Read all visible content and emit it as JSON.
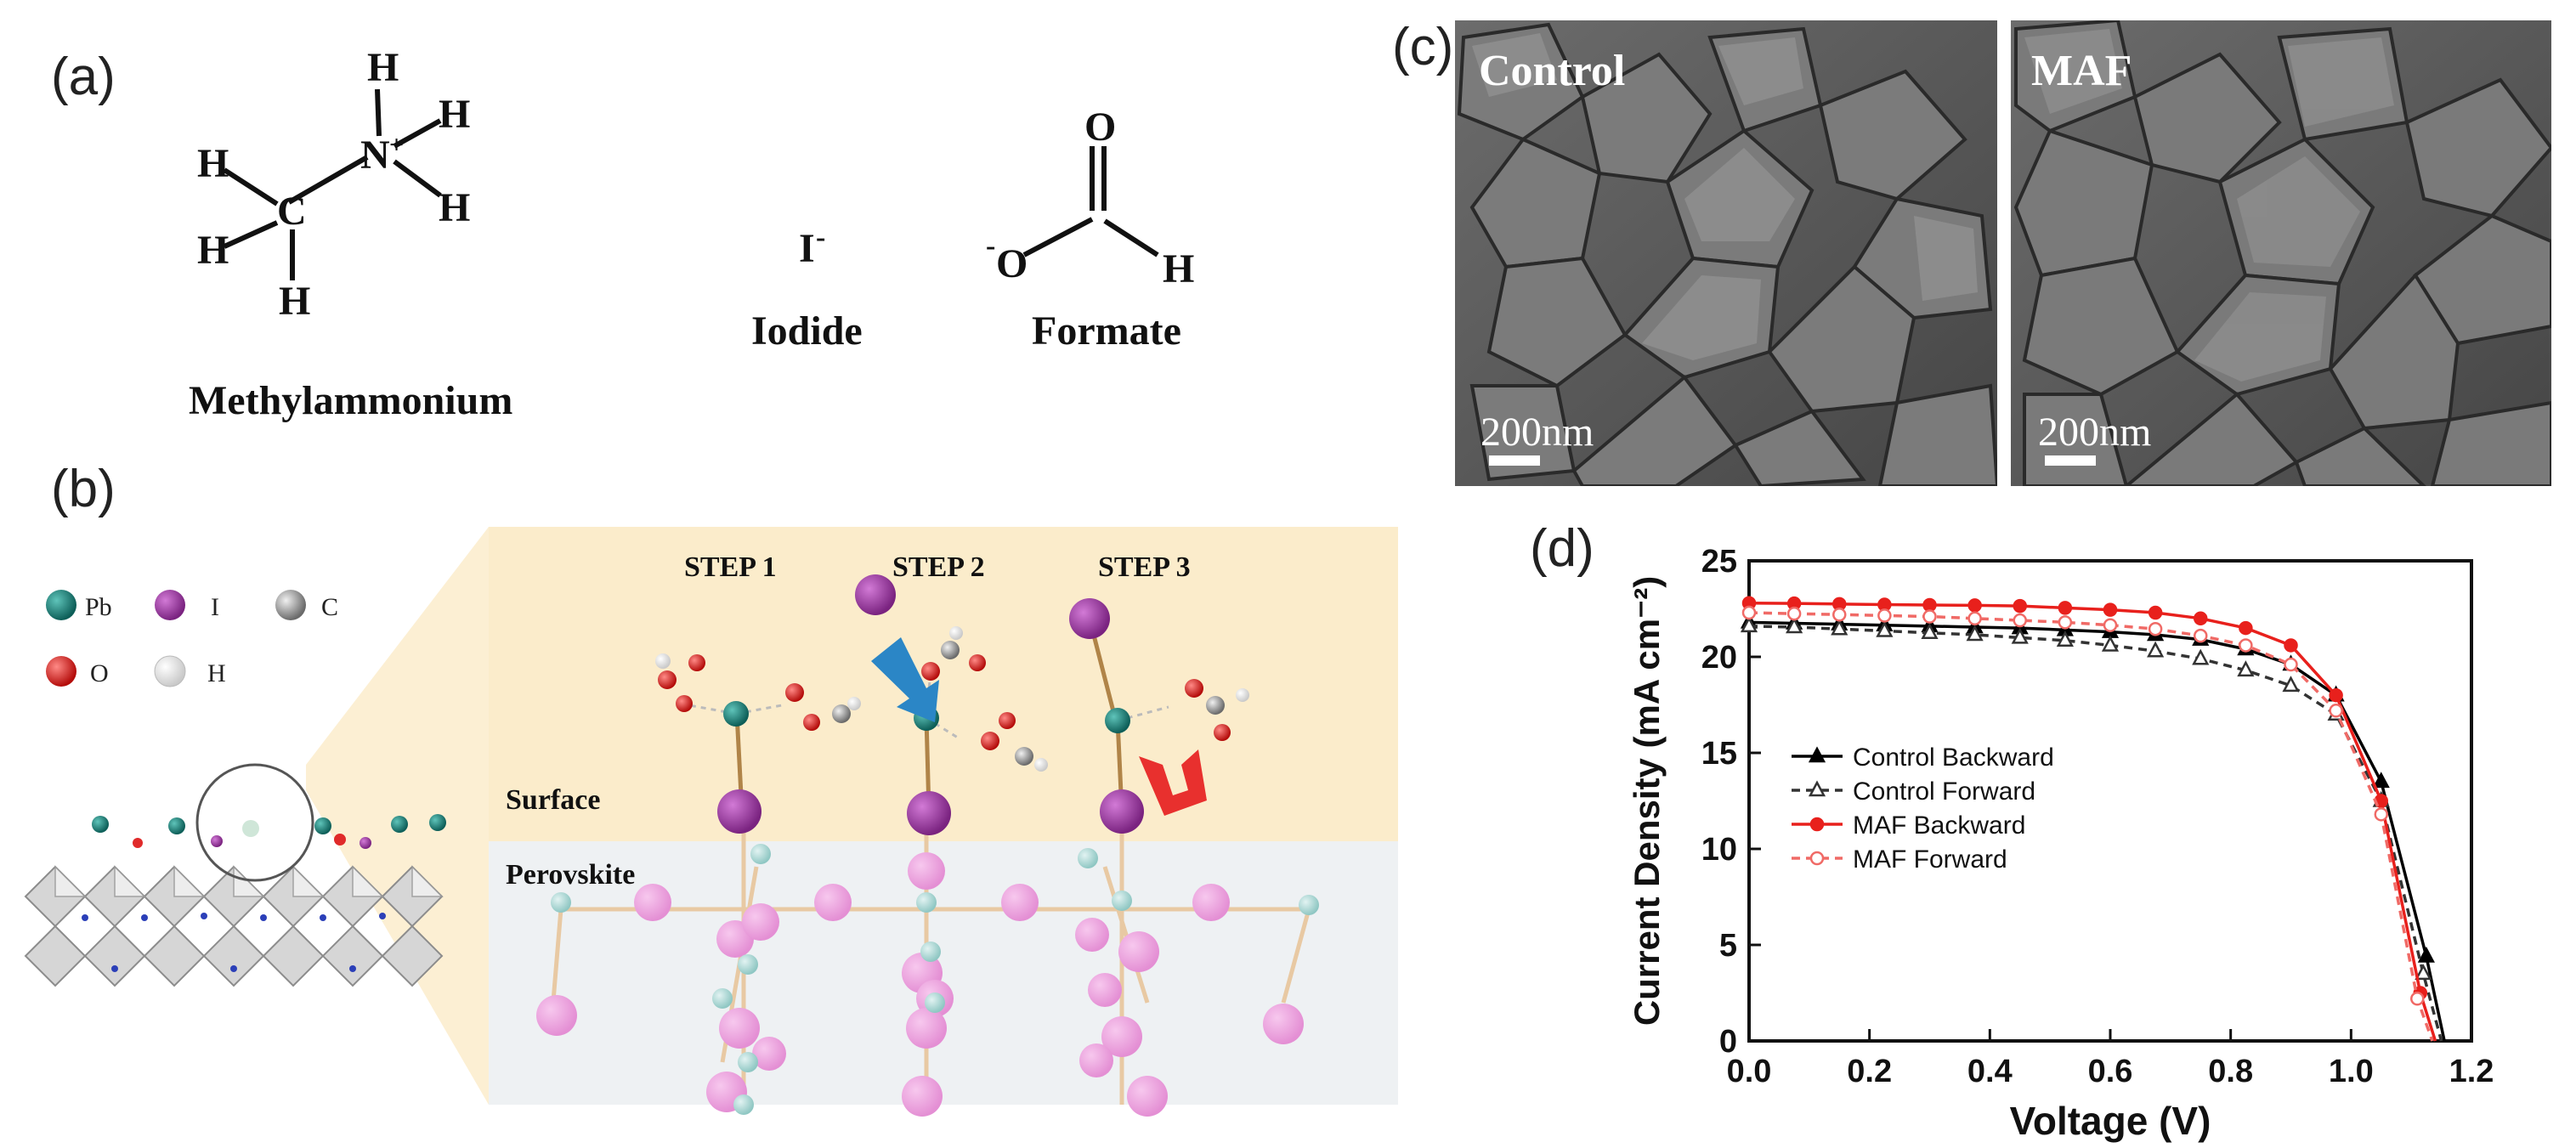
{
  "panels": {
    "a": {
      "label": "(a)",
      "methylammonium": {
        "atoms": {
          "C": "C",
          "N": "N",
          "N_charge": "+",
          "H": "H"
        },
        "name": "Methylammonium"
      },
      "iodide": {
        "symbol": "I",
        "charge": "-",
        "name": "Iodide"
      },
      "formate": {
        "O_top": "O",
        "O_left": "O",
        "O_charge": "-",
        "C": "C",
        "H": "H",
        "name": "Formate"
      }
    },
    "b": {
      "label": "(b)",
      "legend": [
        {
          "symbol": "Pb",
          "color": "#137a72"
        },
        {
          "symbol": "I",
          "color": "#a43aa8"
        },
        {
          "symbol": "C",
          "color": "#9a9a9a"
        },
        {
          "symbol": "O",
          "color": "#e8201c"
        },
        {
          "symbol": "H",
          "color": "#f4f4f4"
        }
      ],
      "steps": [
        "STEP 1",
        "STEP 2",
        "STEP 3"
      ],
      "surface_label": "Surface",
      "perovskite_label": "Perovskite",
      "colors": {
        "surface_bg": "#fbeccb",
        "bulk_bg": "#eef1f3",
        "arrow_blue": "#2b86c6",
        "arrow_red": "#e8302e"
      }
    },
    "c": {
      "label": "(c)",
      "images": [
        {
          "title": "Control",
          "scalebar": "200nm"
        },
        {
          "title": "MAF",
          "scalebar": "200nm"
        }
      ]
    },
    "d": {
      "label": "(d)"
    }
  },
  "chart_data": {
    "type": "line",
    "xlabel": "Voltage (V)",
    "ylabel": "Current Density (mA cm⁻²)",
    "xlim": [
      0.0,
      1.2
    ],
    "ylim": [
      0,
      25
    ],
    "xticks": [
      "0.0",
      "0.2",
      "0.4",
      "0.6",
      "0.8",
      "1.0",
      "1.2"
    ],
    "yticks": [
      "0",
      "5",
      "10",
      "15",
      "20",
      "25"
    ],
    "grid": false,
    "legend_position": "center-left",
    "series": [
      {
        "name": "Control Backward",
        "color": "#000000",
        "dash": "solid",
        "marker": "filled-triangle",
        "x": [
          0.0,
          0.075,
          0.15,
          0.225,
          0.3,
          0.375,
          0.45,
          0.525,
          0.6,
          0.675,
          0.75,
          0.825,
          0.9,
          0.975,
          1.05,
          1.125,
          1.155
        ],
        "y": [
          21.8,
          21.75,
          21.7,
          21.65,
          21.6,
          21.55,
          21.5,
          21.4,
          21.3,
          21.15,
          20.9,
          20.4,
          19.6,
          18.0,
          13.5,
          4.4,
          0
        ]
      },
      {
        "name": "Control Forward",
        "color": "#333333",
        "dash": "dashed",
        "marker": "open-triangle",
        "x": [
          0.0,
          0.075,
          0.15,
          0.225,
          0.3,
          0.375,
          0.45,
          0.525,
          0.6,
          0.675,
          0.75,
          0.825,
          0.9,
          0.975,
          1.05,
          1.12,
          1.15
        ],
        "y": [
          21.6,
          21.55,
          21.45,
          21.35,
          21.25,
          21.15,
          21.0,
          20.85,
          20.6,
          20.3,
          19.9,
          19.3,
          18.5,
          17.0,
          12.5,
          3.5,
          0
        ]
      },
      {
        "name": "MAF Backward",
        "color": "#e8201c",
        "dash": "solid",
        "marker": "filled-circle",
        "x": [
          0.0,
          0.075,
          0.15,
          0.225,
          0.3,
          0.375,
          0.45,
          0.525,
          0.6,
          0.675,
          0.75,
          0.825,
          0.9,
          0.975,
          1.05,
          1.115,
          1.14
        ],
        "y": [
          22.8,
          22.78,
          22.75,
          22.72,
          22.7,
          22.68,
          22.65,
          22.55,
          22.45,
          22.3,
          22.0,
          21.5,
          20.6,
          18.0,
          12.5,
          2.5,
          0
        ]
      },
      {
        "name": "MAF Forward",
        "color": "#f06a66",
        "dash": "dashed",
        "marker": "open-circle",
        "x": [
          0.0,
          0.075,
          0.15,
          0.225,
          0.3,
          0.375,
          0.45,
          0.525,
          0.6,
          0.675,
          0.75,
          0.825,
          0.9,
          0.975,
          1.05,
          1.11,
          1.135
        ],
        "y": [
          22.3,
          22.25,
          22.2,
          22.15,
          22.1,
          22.0,
          21.9,
          21.8,
          21.65,
          21.45,
          21.1,
          20.6,
          19.6,
          17.2,
          11.8,
          2.2,
          0
        ]
      }
    ]
  }
}
